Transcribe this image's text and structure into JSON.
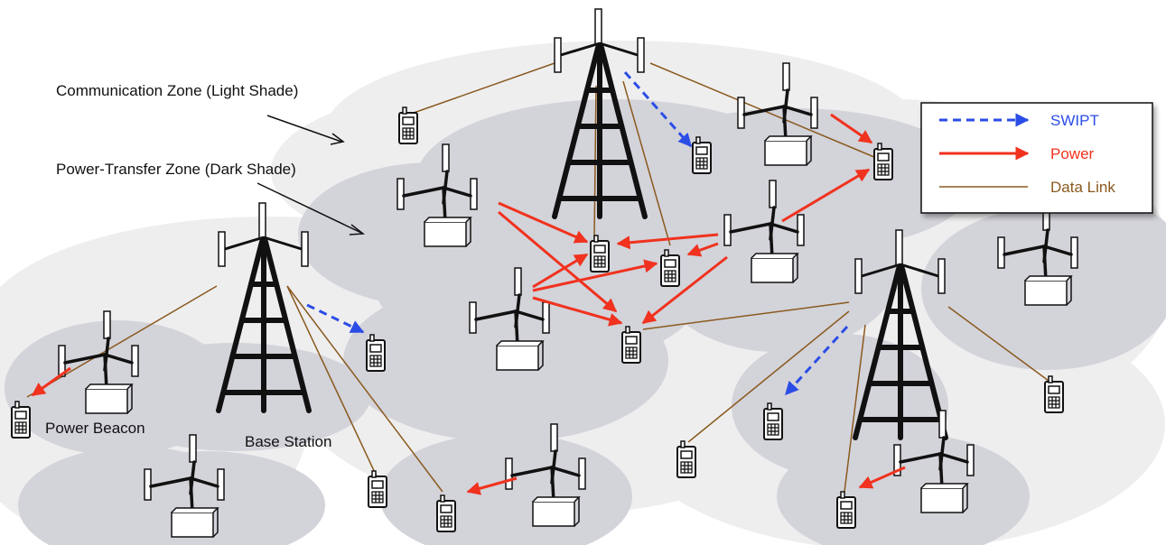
{
  "labels": {
    "comm_zone": "Communication Zone (Light Shade)",
    "power_zone": "Power-Transfer Zone (Dark Shade)",
    "power_beacon": "Power Beacon",
    "base_station": "Base Station"
  },
  "legend": {
    "swipt": "SWIPT",
    "power": "Power",
    "data_link": "Data Link"
  },
  "colors": {
    "light_zone": "#eeeeef",
    "dark_zone": "#d3d3da",
    "swipt": "#2b4de6",
    "power": "#f0321e",
    "data_link": "#8a5a1e",
    "tower": "#111111"
  },
  "icons": [
    "tower-icon",
    "power-beacon-icon",
    "mobile-phone-icon"
  ]
}
